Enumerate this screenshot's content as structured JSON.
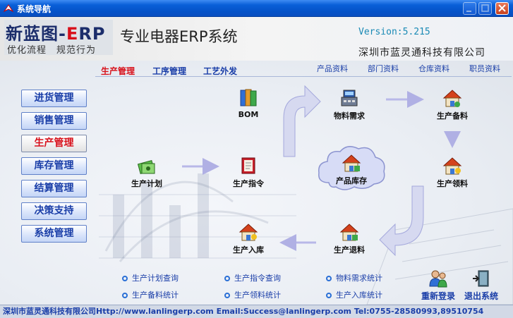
{
  "window": {
    "title": "系统导航",
    "buttons": [
      "minimize",
      "maximize",
      "close"
    ]
  },
  "header": {
    "logo_main_a": "新蓝图-",
    "logo_main_b": "E",
    "logo_main_c": "RP",
    "logo_sub": "优化流程　规范行为",
    "app_title": "专业电器ERP系统",
    "version": "Version:5.215",
    "company": "深圳市蓝灵通科技有限公司"
  },
  "tabs": [
    {
      "label": "生产管理",
      "active": true
    },
    {
      "label": "工序管理",
      "active": false
    },
    {
      "label": "工艺外发",
      "active": false
    }
  ],
  "top_links": [
    "产品资料",
    "部门资料",
    "仓库资料",
    "职员资料"
  ],
  "sidebar": [
    {
      "label": "进货管理",
      "active": false
    },
    {
      "label": "销售管理",
      "active": false
    },
    {
      "label": "生产管理",
      "active": true
    },
    {
      "label": "库存管理",
      "active": false
    },
    {
      "label": "结算管理",
      "active": false
    },
    {
      "label": "决策支持",
      "active": false
    },
    {
      "label": "系统管理",
      "active": false
    }
  ],
  "flow_nodes": {
    "bom": {
      "label": "BOM",
      "icon": "books-icon"
    },
    "material_need": {
      "label": "物料需求",
      "icon": "cash-register-icon"
    },
    "prod_prepare": {
      "label": "生产备料",
      "icon": "house-icon"
    },
    "prod_plan": {
      "label": "生产计划",
      "icon": "money-stack-icon"
    },
    "prod_order": {
      "label": "生产指令",
      "icon": "notebook-icon"
    },
    "prod_stock": {
      "label": "产品库存",
      "icon": "house-icon"
    },
    "prod_pick": {
      "label": "生产领料",
      "icon": "house-icon"
    },
    "prod_in": {
      "label": "生产入库",
      "icon": "house-icon"
    },
    "prod_return": {
      "label": "生产退料",
      "icon": "house-icon"
    }
  },
  "quick_links": [
    "生产计划查询",
    "生产指令查询",
    "物料需求统计",
    "生产备料统计",
    "生产领料统计",
    "生产入库统计"
  ],
  "actions": {
    "relogin": "重新登录",
    "exit": "退出系统"
  },
  "statusbar": "深圳市蓝灵通科技有限公司Http://www.lanlingerp.com Email:Success@lanlingerp.com Tel:0755-28580993,89510754",
  "colors": {
    "titlebar": "#0553c9",
    "accent_red": "#d8101a",
    "link_blue": "#1a3ea8",
    "arrow": "#b8b8e8"
  }
}
